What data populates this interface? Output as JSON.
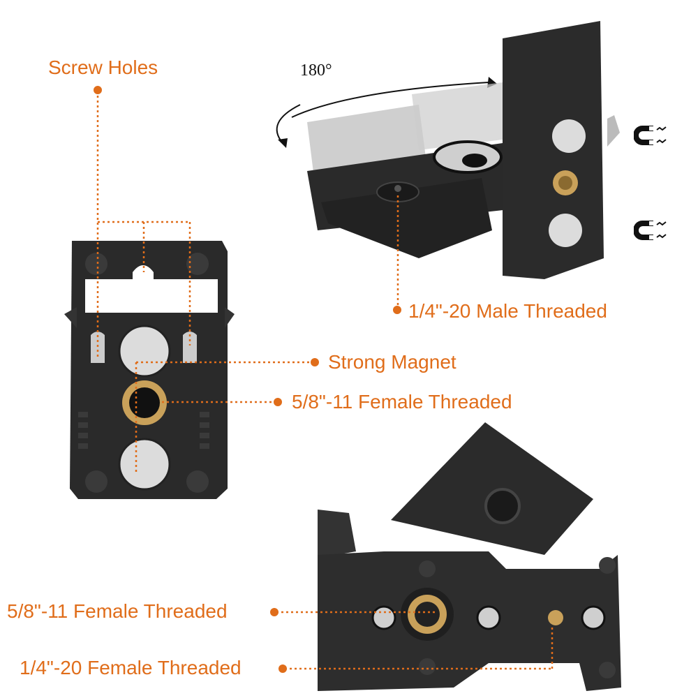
{
  "colors": {
    "accent": "#e06d1a",
    "product": "#2a2a2a",
    "brass": "#c9a15a",
    "magnet": "#dcdcdc"
  },
  "callouts": {
    "screw_holes": "Screw Holes",
    "male_threaded": "1/4\"-20 Male Threaded",
    "strong_magnet": "Strong Magnet",
    "female_58_right": "5/8\"-11 Female Threaded",
    "female_58_left": "5/8\"-11 Female Threaded",
    "female_14": "1/4\"-20 Female Threaded"
  },
  "rotation": {
    "label": "180°"
  },
  "icons": [
    "magnet-icon",
    "magnet-icon"
  ]
}
